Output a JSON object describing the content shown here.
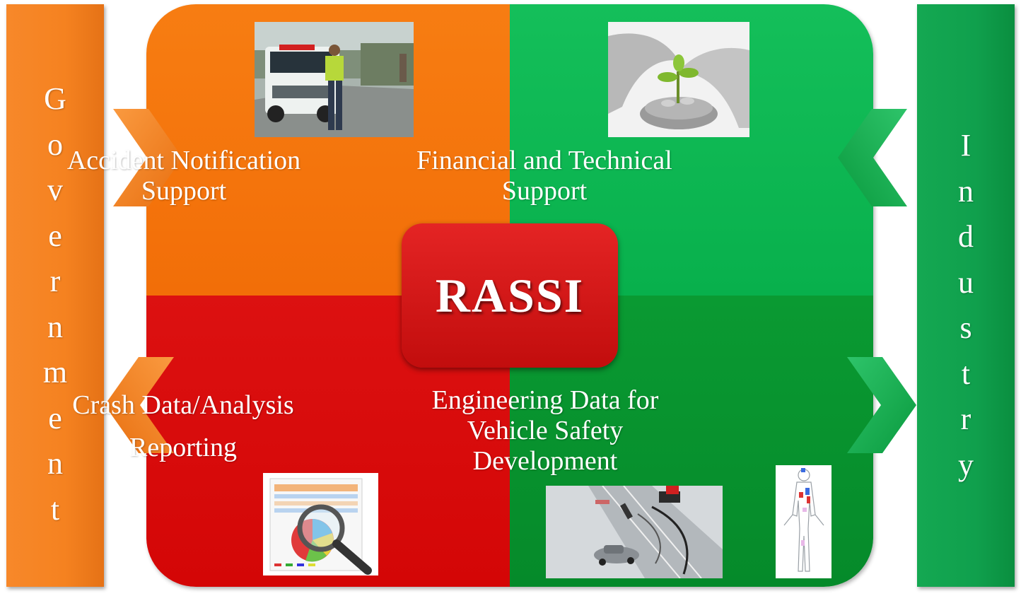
{
  "left_bar": {
    "label": "Government",
    "color": "#f58220"
  },
  "right_bar": {
    "label": "Industry",
    "color": "#10a04d"
  },
  "center": {
    "label": "RASSI",
    "color": "#d01010"
  },
  "quadrants": {
    "top_left": {
      "lines": [
        "Accident Notification",
        "Support"
      ],
      "color": "#f47508",
      "image": "police-vehicle-photo"
    },
    "top_right": {
      "lines": [
        "Financial and Technical",
        "Support"
      ],
      "color": "#0cb753",
      "image": "hands-coins-plant-photo"
    },
    "bottom_left": {
      "lines": [
        "Crash Data/Analysis",
        "Reporting"
      ],
      "color": "#d50909",
      "image": "report-magnifier-icon"
    },
    "bottom_right": {
      "lines": [
        "Engineering Data for",
        "Vehicle Safety",
        "Development"
      ],
      "color": "#08922e",
      "images": [
        "crash-simulation-render",
        "body-injury-diagram"
      ]
    }
  }
}
